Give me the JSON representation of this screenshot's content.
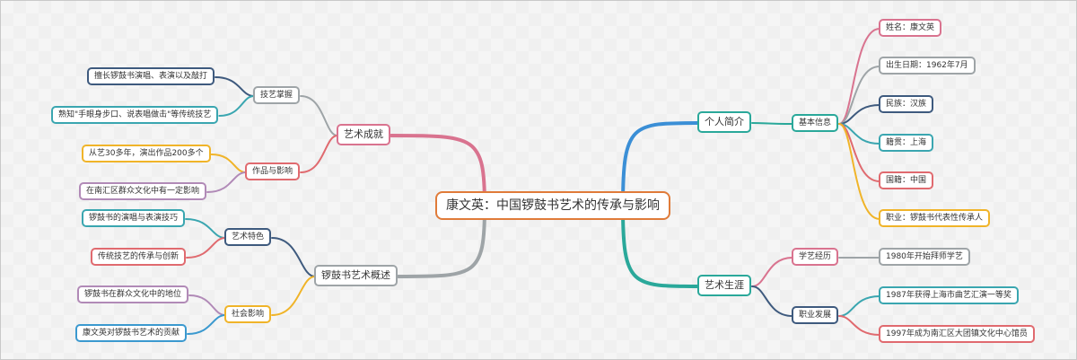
{
  "root": {
    "label": "康文英：中国锣鼓书艺术的传承与影响"
  },
  "right": {
    "intro": {
      "label": "个人简介",
      "basic": {
        "label": "基本信息",
        "items": [
          "姓名：康文英",
          "出生日期：1962年7月",
          "民族：汉族",
          "籍贯：上海",
          "国籍：中国",
          "职业：锣鼓书代表性传承人"
        ]
      }
    },
    "career": {
      "label": "艺术生涯",
      "study": {
        "label": "学艺经历",
        "items": [
          "1980年开始拜师学艺"
        ]
      },
      "develop": {
        "label": "职业发展",
        "items": [
          "1987年获得上海市曲艺汇演一等奖",
          "1997年成为南汇区大团镇文化中心馆员"
        ]
      }
    }
  },
  "left": {
    "achieve": {
      "label": "艺术成就",
      "skills": {
        "label": "技艺掌握",
        "items": [
          "擅长锣鼓书演唱、表演以及敲打",
          "熟知\"手眼身步口、说表唱做击\"等传统技艺"
        ]
      },
      "works": {
        "label": "作品与影响",
        "items": [
          "从艺30多年，演出作品200多个",
          "在南汇区群众文化中有一定影响"
        ]
      }
    },
    "overview": {
      "label": "锣鼓书艺术概述",
      "features": {
        "label": "艺术特色",
        "items": [
          "锣鼓书的演唱与表演技巧",
          "传统技艺的传承与创新"
        ]
      },
      "influence": {
        "label": "社会影响",
        "items": [
          "锣鼓书在群众文化中的地位",
          "康文英对锣鼓书艺术的贡献"
        ]
      }
    }
  },
  "colors": {
    "root": "#e07b39",
    "blue": "#3b8fd6",
    "teal": "#2aa89a",
    "pink": "#d9738f",
    "gray": "#9ea4a7",
    "navy": "#3e5a7e",
    "green": "#3aa6b0",
    "red": "#e06a6f",
    "yellow": "#f0b429",
    "purple": "#b18ab7",
    "skyblue": "#3b99cf"
  }
}
